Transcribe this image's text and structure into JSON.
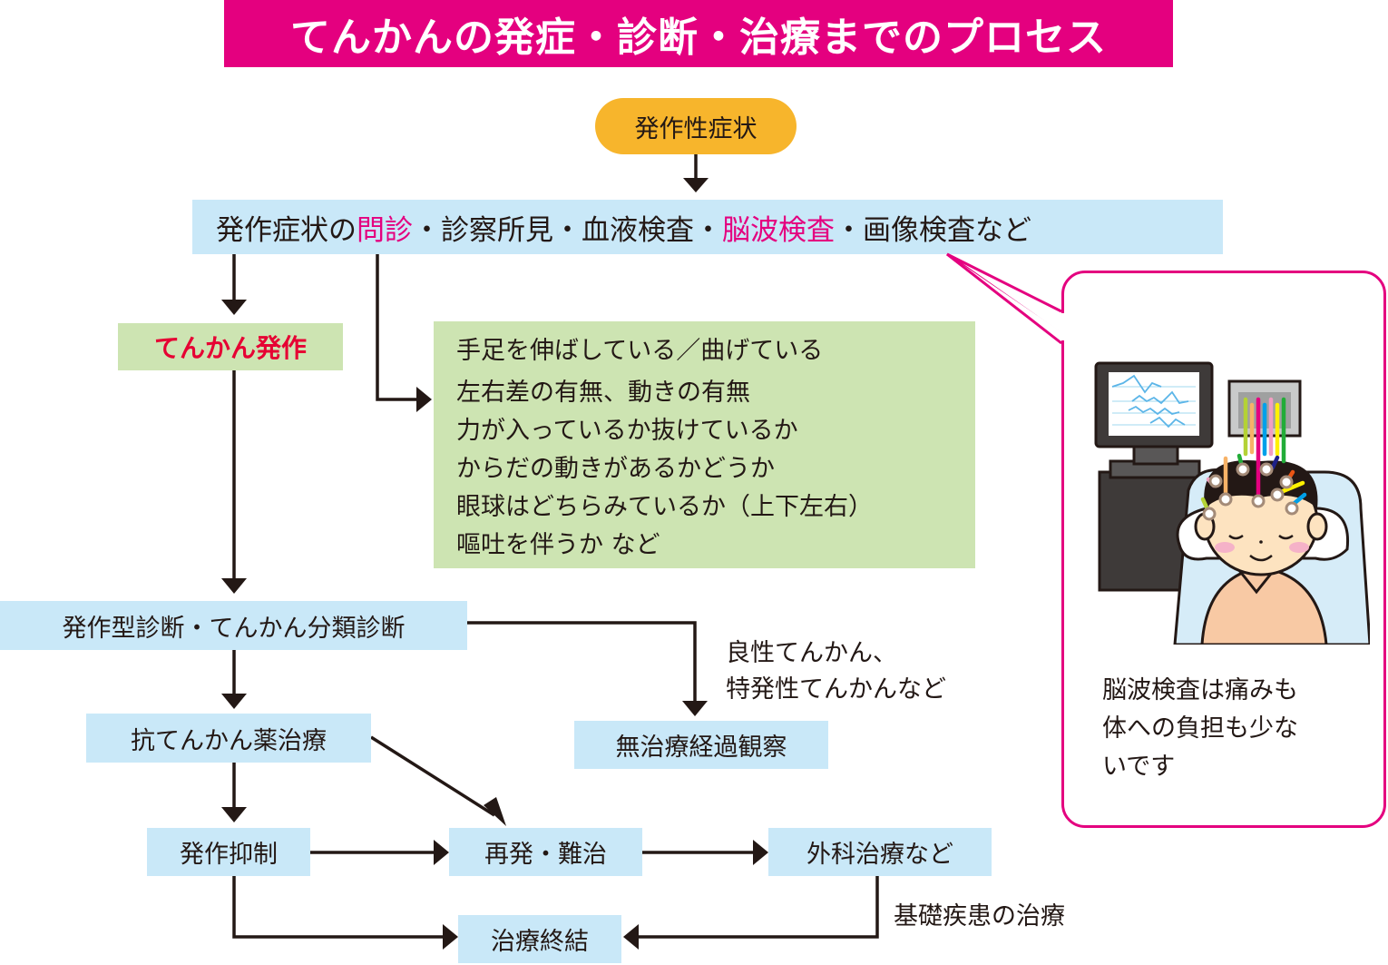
{
  "title": "てんかんの発症・診断・治療までのプロセス",
  "colors": {
    "title_bg": "#e4007f",
    "accent_pink": "#e4007f",
    "seizure_red": "#e60033",
    "start_orange": "#f7b52c",
    "box_blue": "#c9e8f8",
    "box_green": "#cde4b2",
    "line": "#231815"
  },
  "nodes": {
    "start": "発作性症状",
    "exam": {
      "part1": "発作症状の",
      "part2_highlight": "問診",
      "part3": "・診察所見・血液検査・",
      "part4_highlight": "脳波検査",
      "part5": "・画像検査など"
    },
    "seizure": "てんかん発作",
    "observation": {
      "heading": "手足を伸ばしている／曲げている",
      "items": [
        "左右差の有無、動きの有無",
        "力が入っているか抜けているか",
        "からだの動きがあるかどうか",
        "眼球はどちらみているか（上下左右）",
        "嘔吐を伴うか など"
      ]
    },
    "diagnosis": "発作型診断・てんかん分類診断",
    "antiepileptic": "抗てんかん薬治療",
    "no_treatment": "無治療経過観察",
    "seizure_control": "発作抑制",
    "relapse": "再発・難治",
    "surgery": "外科治療など",
    "treatment_end": "治療終結"
  },
  "edge_labels": {
    "benign": [
      "良性てんかん、",
      "特発性てんかんなど"
    ],
    "underlying": "基礎疾患の治療"
  },
  "callout": {
    "text": [
      "脳波検査は痛みも",
      "体への負担も少な",
      "いです"
    ],
    "illustration": "eeg-exam-illustration"
  }
}
